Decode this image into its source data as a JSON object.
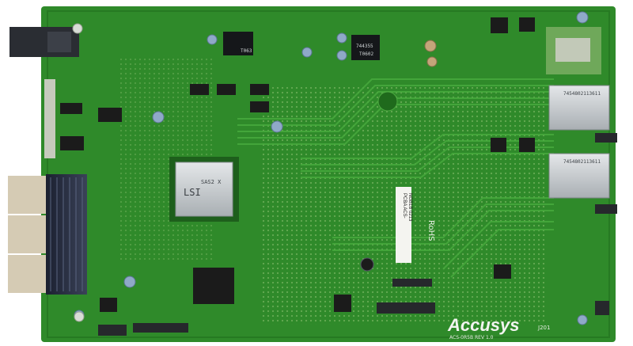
{
  "photo": {
    "subject": "",
    "colors": {
      "background": "#ffffff",
      "pcb": "#2f8a2a",
      "pcb_dark": "#1f6a1c",
      "trace": "#3a9a33",
      "metal": "#c9ced1",
      "chip": "#1b1b1b",
      "silk": "#e8eee4"
    }
  },
  "text": {
    "cpu_brand": "LSI",
    "cpu_sub": "SAS2 X",
    "inductor_1": "T063",
    "inductor_2": "744355",
    "inductor_2b": "T0602",
    "port_label_1": "7454802113611",
    "port_label_2": "7454802113611",
    "sticker_1a": "PCBA ACS-",
    "sticker_1b": "NGB1B 0213",
    "rohs": "RoHS",
    "brand_logo": "Accusys",
    "board_id": "ACS-0R5B REV 1.0",
    "jumper_label": "J201"
  }
}
